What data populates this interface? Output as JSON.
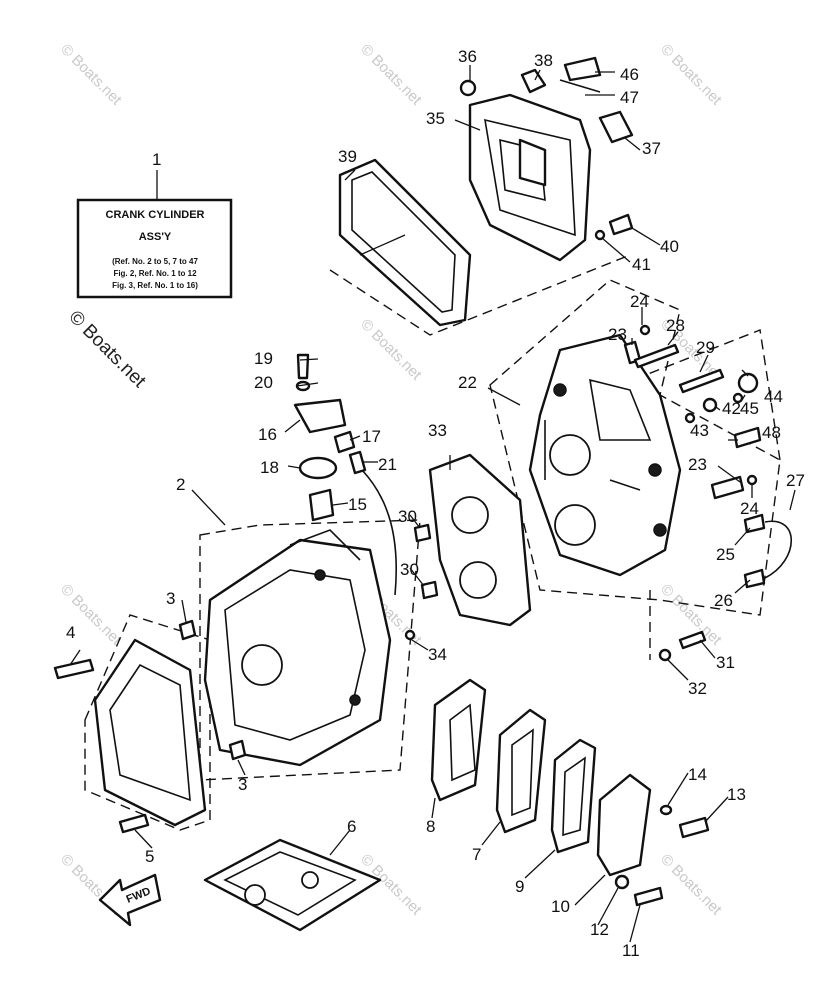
{
  "label_box": {
    "title_line1": "CRANK CYLINDER",
    "title_line2": "ASS'Y",
    "ref_line1": "(Ref. No. 2 to 5, 7 to 47",
    "ref_line2": "Fig. 2, Ref. No. 1 to 12",
    "ref_line3": "Fig. 3, Ref. No. 1 to 16)"
  },
  "watermark": "© Boats.net",
  "fwd_label": "FWD",
  "callouts": [
    "1",
    "2",
    "3",
    "3",
    "4",
    "5",
    "6",
    "7",
    "8",
    "9",
    "10",
    "11",
    "12",
    "13",
    "14",
    "15",
    "16",
    "17",
    "18",
    "19",
    "20",
    "21",
    "22",
    "23",
    "23",
    "24",
    "24",
    "25",
    "26",
    "27",
    "28",
    "29",
    "30",
    "30",
    "31",
    "32",
    "33",
    "34",
    "35",
    "36",
    "37",
    "38",
    "39",
    "40",
    "41",
    "42",
    "43",
    "44",
    "45",
    "46",
    "47",
    "48"
  ]
}
